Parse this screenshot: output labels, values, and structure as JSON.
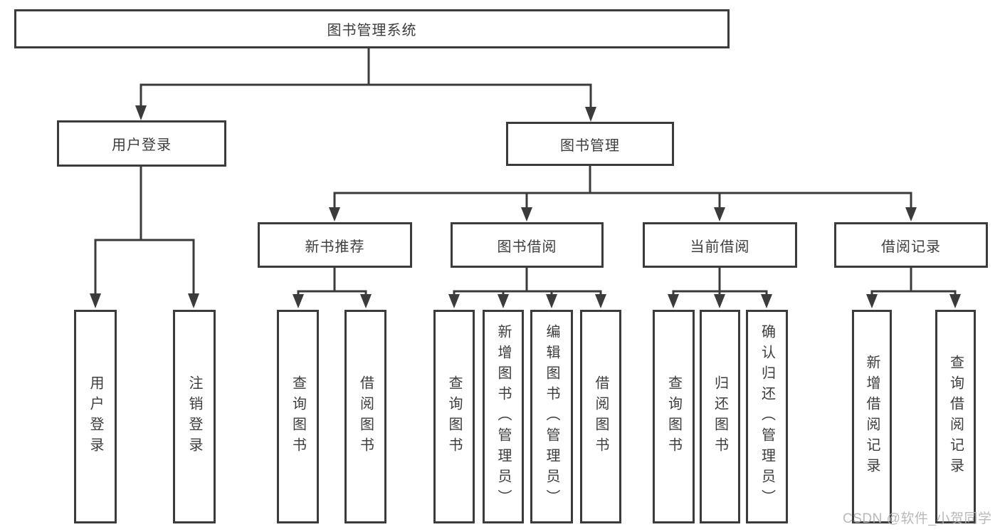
{
  "diagram": {
    "type": "hierarchy",
    "title": "图书管理系统"
  },
  "nodes": {
    "root": {
      "label": "图书管理系统",
      "level": 1
    },
    "user_login": {
      "label": "用户登录",
      "level": 2,
      "parent": "图书管理系统"
    },
    "book_management": {
      "label": "图书管理",
      "level": 2,
      "parent": "图书管理系统"
    },
    "new_book_recommend": {
      "label": "新书推荐",
      "level": 3,
      "parent": "图书管理"
    },
    "book_borrow": {
      "label": "图书借阅",
      "level": 3,
      "parent": "图书管理"
    },
    "current_borrow": {
      "label": "当前借阅",
      "level": 3,
      "parent": "图书管理"
    },
    "borrow_records": {
      "label": "借阅记录",
      "level": 3,
      "parent": "图书管理"
    },
    "leaf_user_login": {
      "label": "用户登录",
      "level": 4,
      "parent": "用户登录"
    },
    "leaf_logout": {
      "label": "注销登录",
      "level": 4,
      "parent": "用户登录"
    },
    "leaf_recommend_query_books": {
      "label": "查询图书",
      "level": 4,
      "parent": "新书推荐"
    },
    "leaf_recommend_borrow_books": {
      "label": "借阅图书",
      "level": 4,
      "parent": "新书推荐"
    },
    "leaf_borrow_query_books": {
      "label": "查询图书",
      "level": 4,
      "parent": "图书借阅"
    },
    "leaf_borrow_add_books": {
      "label": "新增图书（管理员）",
      "level": 4,
      "parent": "图书借阅"
    },
    "leaf_borrow_edit_books": {
      "label": "编辑图书（管理员）",
      "level": 4,
      "parent": "图书借阅"
    },
    "leaf_borrow_borrow_books": {
      "label": "借阅图书",
      "level": 4,
      "parent": "图书借阅"
    },
    "leaf_current_query_books": {
      "label": "查询图书",
      "level": 4,
      "parent": "当前借阅"
    },
    "leaf_current_return_books": {
      "label": "归还图书",
      "level": 4,
      "parent": "当前借阅"
    },
    "leaf_current_confirm_return": {
      "label": "确认归还（管理员）",
      "level": 4,
      "parent": "当前借阅"
    },
    "leaf_record_add": {
      "label": "新增借阅记录",
      "level": 4,
      "parent": "借阅记录"
    },
    "leaf_record_query": {
      "label": "查询借阅记录",
      "level": 4,
      "parent": "借阅记录"
    }
  },
  "watermark": {
    "text": "CSDN @软件_小贺同学",
    "color": "#b2b2b2"
  },
  "colors": {
    "background": "#ffffff",
    "line": "#3b3b3b",
    "box_border": "#3b3b3b",
    "label_text": "#3d3d3d"
  }
}
